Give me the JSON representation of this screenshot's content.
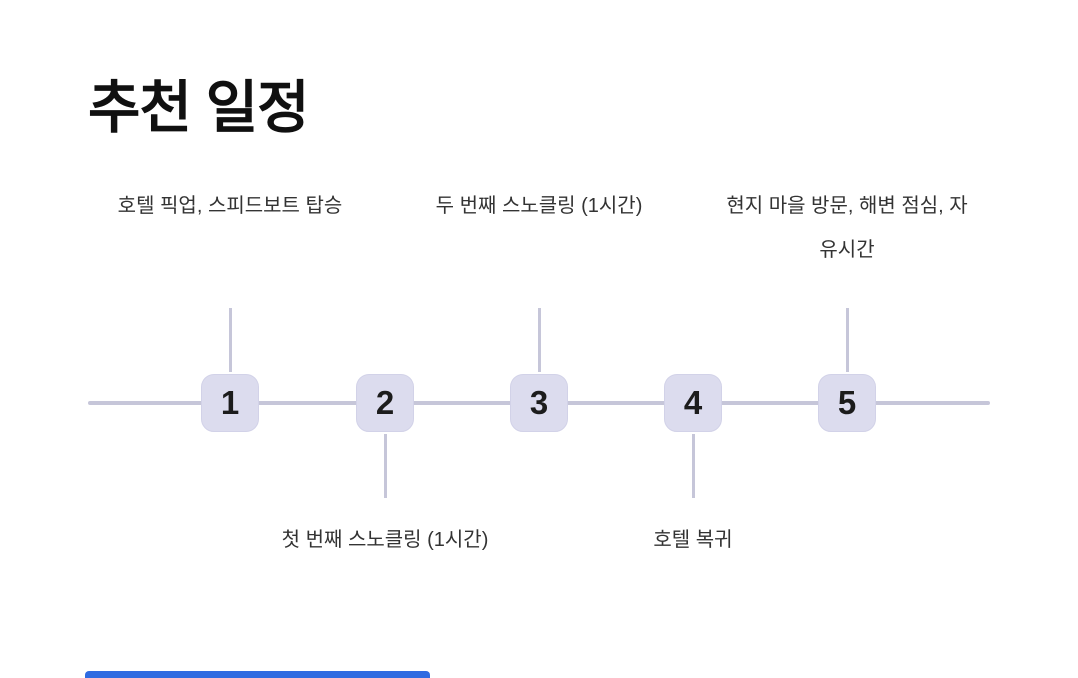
{
  "title": "추천 일정",
  "timeline": {
    "steps": [
      {
        "number": "1",
        "label": "호텔 픽업, 스피드보트 탑승",
        "position": "above"
      },
      {
        "number": "2",
        "label": "첫 번째 스노클링 (1시간)",
        "position": "below"
      },
      {
        "number": "3",
        "label": "두 번째 스노클링 (1시간)",
        "position": "above"
      },
      {
        "number": "4",
        "label": "호텔 복귀",
        "position": "below"
      },
      {
        "number": "5",
        "label": "현지 마을 방문, 해변 점심, 자유시간",
        "position": "above"
      }
    ]
  },
  "colors": {
    "node_fill": "#dcdcee",
    "node_border": "#d2d2e8",
    "line": "#c6c6d9",
    "accent_bar": "#2f6be1",
    "title_text": "#101010",
    "label_text": "#333333",
    "number_text": "#1c1c1c"
  }
}
